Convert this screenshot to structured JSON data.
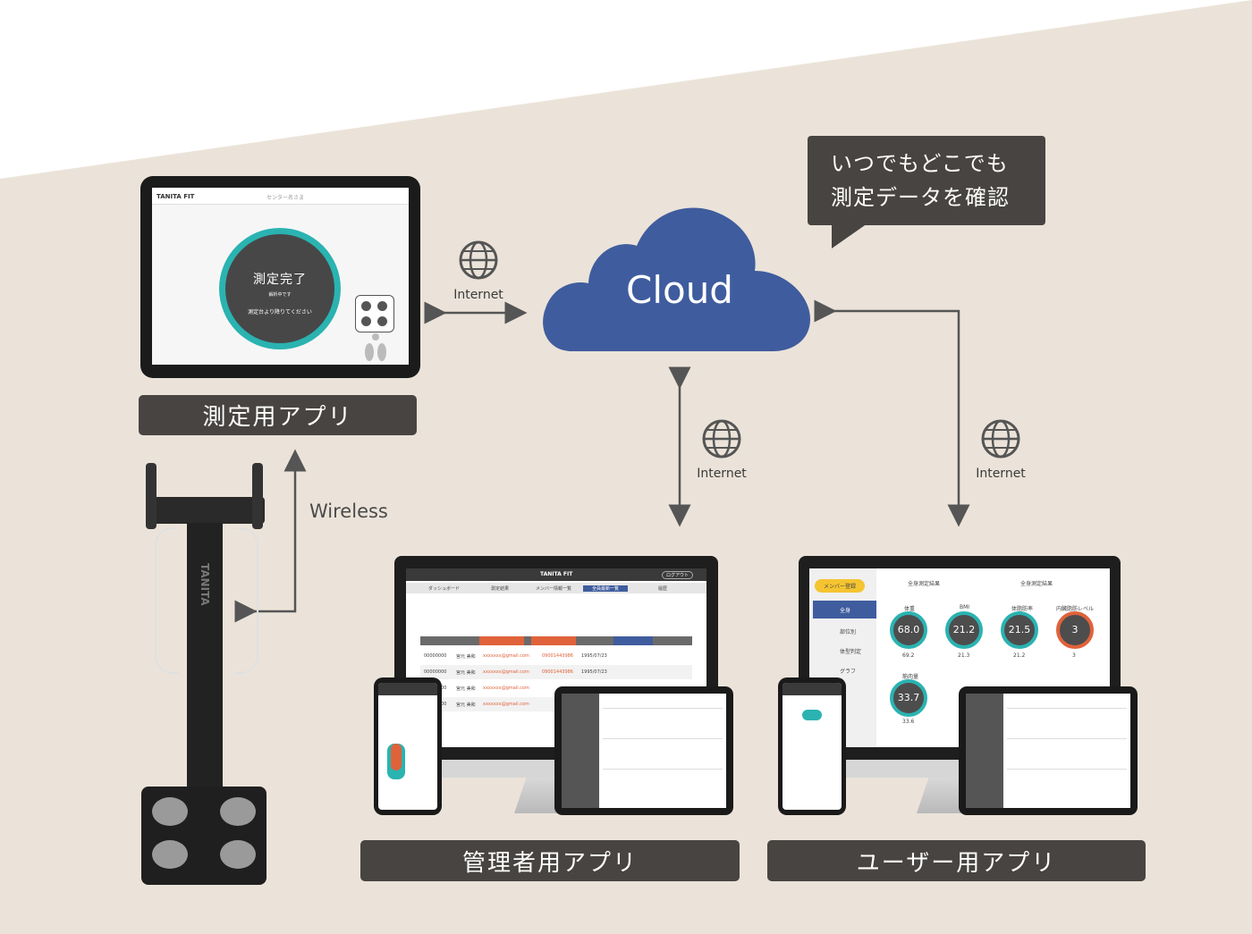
{
  "colors": {
    "background_top": "#ffffff",
    "background_beige": "#ebe3d9",
    "label_bg": "#474441",
    "cloud": "#3f5c9e",
    "accent_teal": "#2ab3b1",
    "arrow": "#555555"
  },
  "labels": {
    "measurement_app": "測定用アプリ",
    "admin_app": "管理者用アプリ",
    "user_app": "ユーザー用アプリ"
  },
  "cloud": {
    "text": "Cloud"
  },
  "bubble": {
    "line1": "いつでもどこでも",
    "line2": "測定データを確認"
  },
  "connections": {
    "internet_left": "Internet",
    "internet_center": "Internet",
    "internet_right": "Internet",
    "wireless": "Wireless"
  },
  "tablet_app": {
    "logo": "TANITA FIT",
    "header_title": "センター名さま",
    "status_main": "測定完了",
    "status_sub": "解析中です",
    "status_instruction": "測定台より降りてください"
  },
  "admin_screen": {
    "logo": "TANITA FIT",
    "logout": "ログアウト",
    "tabs": [
      "ダッシュボード",
      "測定結果",
      "メンバー情報一覧",
      "全員最新一覧",
      "履歴"
    ],
    "rows": [
      {
        "id": "00000000",
        "name": "宮元 美和",
        "mail": "xxxxxxx@gmail.com",
        "tel": "09001443986",
        "birth": "1995/07/23"
      },
      {
        "id": "00000000",
        "name": "宮元 美和",
        "mail": "xxxxxxx@gmail.com",
        "tel": "09001443986",
        "birth": "1995/07/23"
      },
      {
        "id": "00000000",
        "name": "宮元 美和",
        "mail": "xxxxxxx@gmail.com",
        "tel": "",
        "birth": ""
      },
      {
        "id": "00000000",
        "name": "宮元 美和",
        "mail": "xxxxxxx@gmail.com",
        "tel": "",
        "birth": ""
      }
    ]
  },
  "user_screen": {
    "member_button": "メンバー登録",
    "tab1": "全身測定結果",
    "tab2": "全身測定結果",
    "menu": [
      "全身",
      "部位別",
      "体型判定",
      "グラフ"
    ],
    "gauges": [
      {
        "label": "体重",
        "value": "68.0",
        "sub": "69.2"
      },
      {
        "label": "BMI",
        "value": "21.2",
        "sub": "21.3"
      },
      {
        "label": "体脂肪率",
        "value": "21.5",
        "sub": "21.2"
      },
      {
        "label": "内臓脂肪レベル",
        "value": "3",
        "sub": "3"
      },
      {
        "label": "筋肉量",
        "value": "33.7",
        "sub": "33.6"
      }
    ]
  },
  "device": {
    "brand": "TANITA"
  }
}
